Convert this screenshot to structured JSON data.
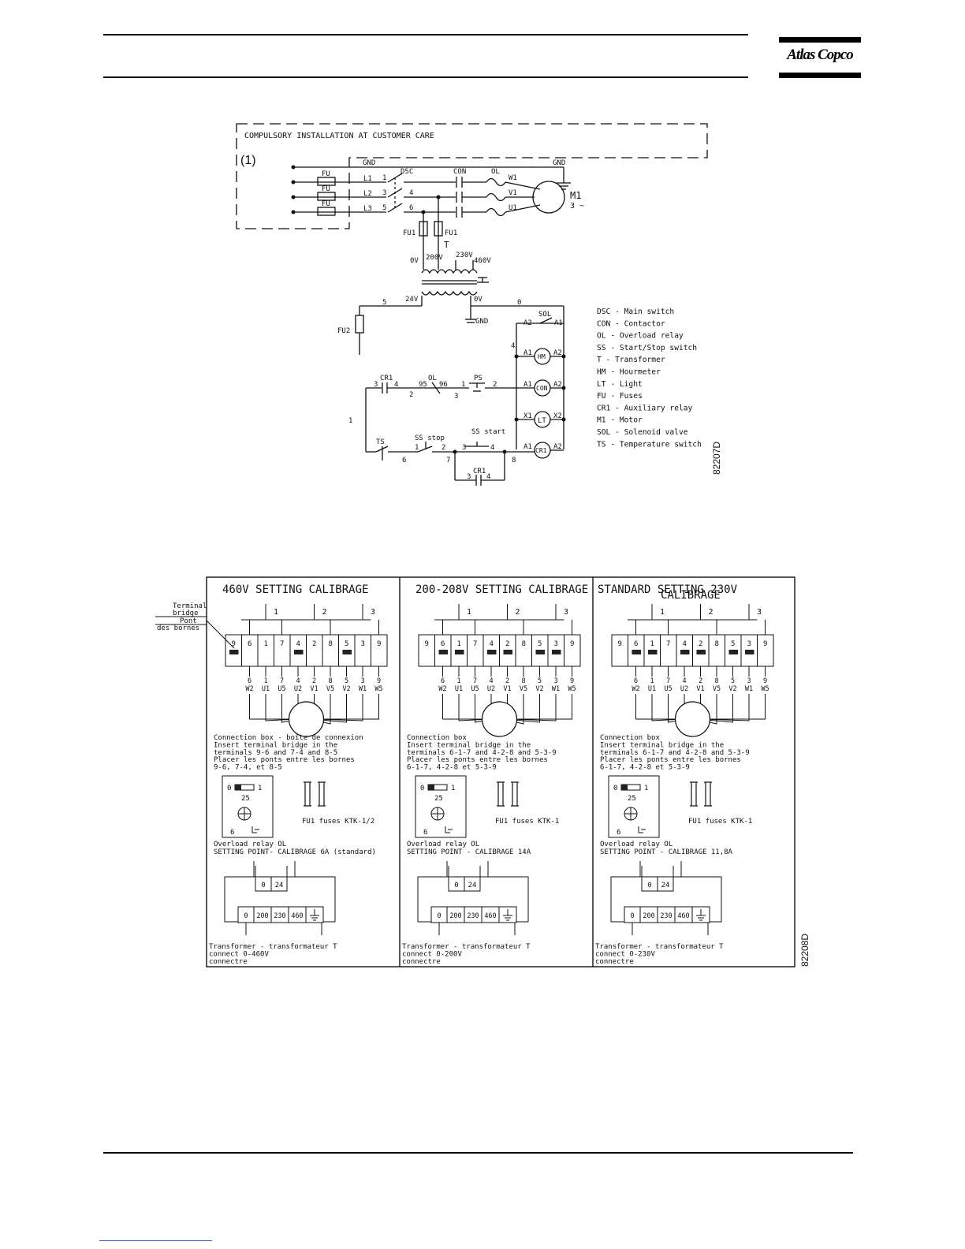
{
  "header": {
    "logo_text": "Atlas Copco"
  },
  "wiring": {
    "compulsory_note": "COMPULSORY INSTALLATION AT CUSTOMER CARE",
    "marker": "(1)",
    "figure_code": "82207D",
    "labels": {
      "gnd": "GND",
      "fu": "FU",
      "l1": "L1",
      "l2": "L2",
      "l3": "L3",
      "dsc": "DSC",
      "con": "CON",
      "ol": "OL",
      "w1": "W1",
      "v1": "V1",
      "u1": "U1",
      "m1": "M1",
      "phase": "3 ~",
      "fu1": "FU1",
      "t": "T",
      "v0": "0V",
      "v200": "200V",
      "v230": "230V",
      "v460": "460V",
      "v24": "24V",
      "fu2": "FU2",
      "sol": "SOL",
      "a1": "A1",
      "a2": "A2",
      "hm": "HM",
      "cr1": "CR1",
      "ps": "PS",
      "lt": "LT",
      "x1": "X1",
      "x2": "X2",
      "ts": "TS",
      "ss_stop": "SS stop",
      "ss_start": "SS start",
      "n0": "0",
      "n1": "1",
      "n2": "2",
      "n3": "3",
      "n4": "4",
      "n5": "5",
      "n6": "6",
      "n7": "7",
      "n8": "8",
      "n95": "95",
      "n96": "96"
    },
    "legend": [
      "DSC - Main switch",
      "CON - Contactor",
      "OL - Overload relay",
      "SS - Start/Stop switch",
      "T - Transformer",
      "HM - Hourmeter",
      "LT - Light",
      "FU - Fuses",
      "CR1 - Auxiliary relay",
      "M1 - Motor",
      "SOL - Solenoid valve",
      "TS - Temperature switch"
    ]
  },
  "settings": {
    "figure_code": "82208D",
    "side_label_1": "Terminal",
    "side_label_2": "bridge",
    "side_label_3": "Pont",
    "side_label_4": "des bornes",
    "panels": [
      {
        "title": "460V SETTING CALIBRAGE",
        "title_line2": "",
        "phase_nums": [
          "1",
          "2",
          "3"
        ],
        "terminals_top": [
          "9",
          "6",
          "1",
          "7",
          "4",
          "2",
          "8",
          "5",
          "3",
          "9"
        ],
        "bridges": [
          0,
          4,
          7
        ],
        "wire_top": [
          "6",
          "1",
          "7",
          "4",
          "2",
          "8",
          "5",
          "3",
          "9"
        ],
        "wire_bottom": [
          "W2",
          "U1",
          "U5",
          "U2",
          "V1",
          "V5",
          "V2",
          "W1",
          "W5"
        ],
        "box_lines": [
          "Connection box - boîte de connexion",
          "Insert terminal bridge in the",
          "terminals 9-6 and 7-4 and 8-5",
          "Placer les ponts entre les bornes",
          "9-6, 7-4, et 8-5"
        ],
        "relay": {
          "r0": "0",
          "r1": "1",
          "r25": "25",
          "r6": "6"
        },
        "fuse_text": "FU1 fuses KTK-1/2",
        "relay_lines": [
          "Overload relay OL",
          "SETTING POINT-   CALIBRAGE 6A (standard)"
        ],
        "tx_top": [
          "0",
          "24"
        ],
        "tx_bottom": [
          "0",
          "200",
          "230",
          "460"
        ],
        "tx_lines": [
          "Transformer - transformateur T",
          "connect 0-460V",
          "connectre"
        ]
      },
      {
        "title": "200-208V SETTING CALIBRAGE",
        "title_line2": "",
        "phase_nums": [
          "1",
          "2",
          "3"
        ],
        "terminals_top": [
          "9",
          "6",
          "1",
          "7",
          "4",
          "2",
          "8",
          "5",
          "3",
          "9"
        ],
        "bridges": [
          1,
          2,
          4,
          5,
          7,
          8
        ],
        "wire_top": [
          "6",
          "1",
          "7",
          "4",
          "2",
          "8",
          "5",
          "3",
          "9"
        ],
        "wire_bottom": [
          "W2",
          "U1",
          "U5",
          "U2",
          "V1",
          "V5",
          "V2",
          "W1",
          "W5"
        ],
        "box_lines": [
          "Connection box",
          "Insert terminal bridge in the",
          "terminals 6-1-7 and 4-2-8 and 5-3-9",
          "Placer les ponts entre les bornes",
          "6-1-7, 4-2-8 et 5-3-9"
        ],
        "relay": {
          "r0": "0",
          "r1": "1",
          "r25": "25",
          "r6": "6"
        },
        "fuse_text": "FU1 fuses KTK-1",
        "relay_lines": [
          "Overload relay OL",
          "SETTING POINT - CALIBRAGE  14A"
        ],
        "tx_top": [
          "0",
          "24"
        ],
        "tx_bottom": [
          "0",
          "200",
          "230",
          "460"
        ],
        "tx_lines": [
          "Transformer - transformateur T",
          "connect 0-200V",
          "connectre"
        ]
      },
      {
        "title": "STANDARD SETTING  230V",
        "title_line2": "CALIBRAGE",
        "phase_nums": [
          "1",
          "2",
          "3"
        ],
        "terminals_top": [
          "9",
          "6",
          "1",
          "7",
          "4",
          "2",
          "8",
          "5",
          "3",
          "9"
        ],
        "bridges": [
          1,
          2,
          4,
          5,
          7,
          8
        ],
        "wire_top": [
          "6",
          "1",
          "7",
          "4",
          "2",
          "8",
          "5",
          "3",
          "9"
        ],
        "wire_bottom": [
          "W2",
          "U1",
          "U5",
          "U2",
          "V1",
          "V5",
          "V2",
          "W1",
          "W5"
        ],
        "box_lines": [
          "Connection box",
          "Insert terminal bridge in the",
          "terminals 6-1-7 and 4-2-8 and 5-3-9",
          "Placer les ponts entre les bornes",
          "6-1-7, 4-2-8 et 5-3-9"
        ],
        "relay": {
          "r0": "0",
          "r1": "1",
          "r25": "25",
          "r6": "6"
        },
        "fuse_text": "FU1 fuses KTK-1",
        "relay_lines": [
          "Overload relay OL",
          "SETTING POINT - CALIBRAGE  11,8A"
        ],
        "tx_top": [
          "0",
          "24"
        ],
        "tx_bottom": [
          "0",
          "200",
          "230",
          "460"
        ],
        "tx_lines": [
          "Transformer - transformateur T",
          "connect 0-230V",
          "connectre"
        ]
      }
    ]
  }
}
